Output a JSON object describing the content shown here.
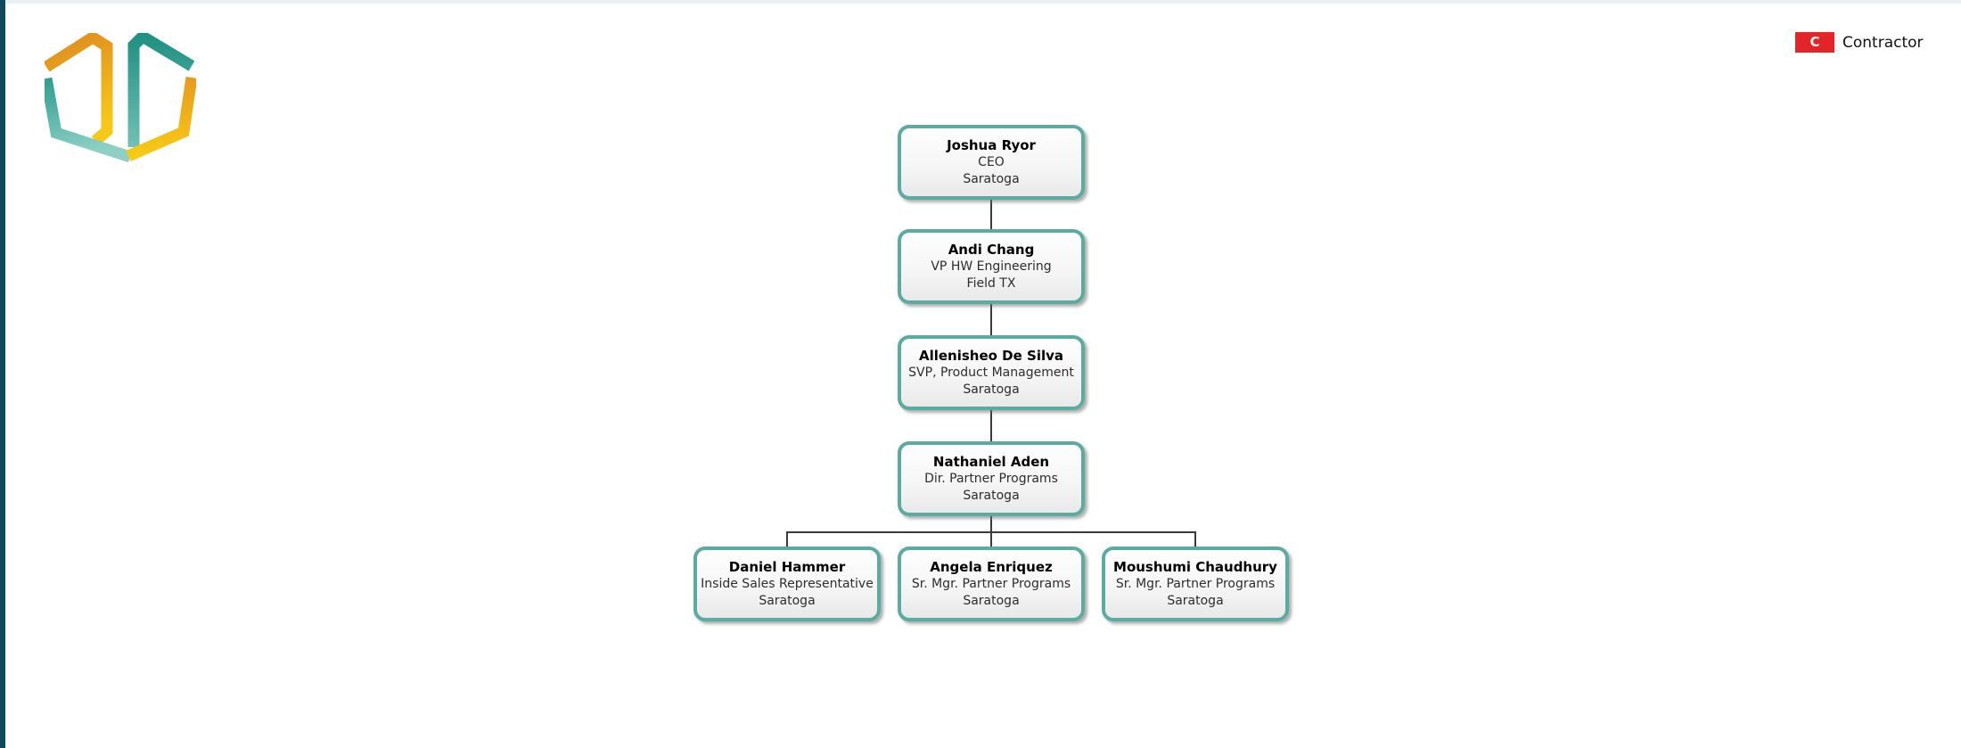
{
  "page": {
    "background_color": "#ffffff",
    "left_strip_color": "#0f4a5c",
    "top_strip_color": "#e9eff2"
  },
  "logo": {
    "icon": "interlocked-hexagons-logo",
    "colors": {
      "orange_dark": "#DD8A1F",
      "yellow": "#F7C817",
      "teal_dark": "#1F9182",
      "teal_light": "#8ED0C6"
    }
  },
  "legend": {
    "badge_letter": "C",
    "badge_color": "#e42527",
    "label": "Contractor"
  },
  "org_chart": {
    "node_border_color": "#58aca1",
    "connector_color": "#3b3b3b",
    "nodes": [
      {
        "name": "Joshua Ryor",
        "title": "CEO",
        "location": "Saratoga"
      },
      {
        "name": "Andi Chang",
        "title": "VP HW Engineering",
        "location": "Field TX"
      },
      {
        "name": "Allenisheo De Silva",
        "title": "SVP, Product Management",
        "location": "Saratoga"
      },
      {
        "name": "Nathaniel Aden",
        "title": "Dir. Partner Programs",
        "location": "Saratoga"
      },
      {
        "name": "Daniel Hammer",
        "title": "Inside Sales Representative",
        "location": "Saratoga"
      },
      {
        "name": "Angela Enriquez",
        "title": "Sr. Mgr. Partner Programs",
        "location": "Saratoga"
      },
      {
        "name": "Moushumi Chaudhury",
        "title": "Sr. Mgr. Partner Programs",
        "location": "Saratoga"
      }
    ]
  }
}
